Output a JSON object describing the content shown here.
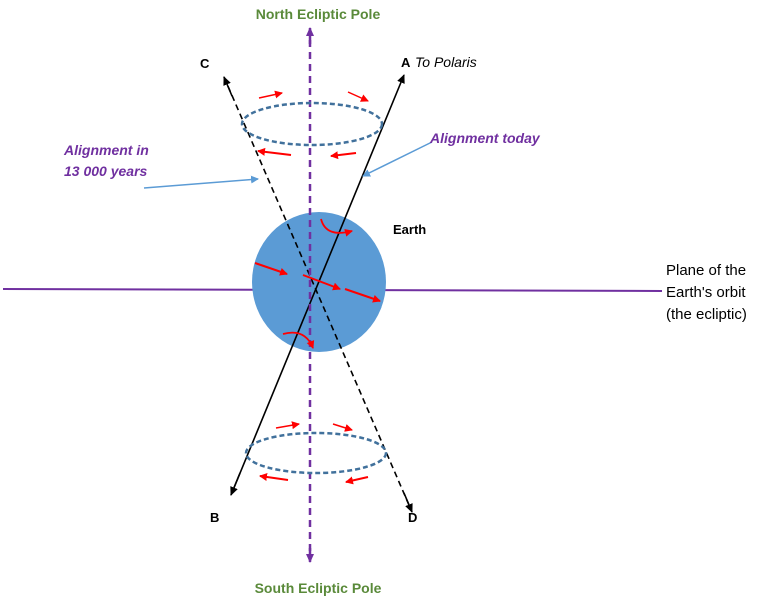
{
  "labels": {
    "north_pole": "North Ecliptic Pole",
    "south_pole": "South Ecliptic Pole",
    "letter_a": "A",
    "to_polaris": "To Polaris",
    "letter_b": "B",
    "letter_c": "C",
    "letter_d": "D",
    "alignment_future_line1": "Alignment in",
    "alignment_future_line2": "13 000 years",
    "alignment_today": "Alignment today",
    "earth": "Earth",
    "plane_line1": "Plane of the",
    "plane_line2": "Earth's orbit",
    "plane_line3": "(the ecliptic)"
  },
  "colors": {
    "ecliptic_axis": "#7030a0",
    "pole_label": "#5a8a3a",
    "earth_fill": "#5b9bd5",
    "precession_ring": "#41719c",
    "rotation_arrow": "#ff0000",
    "callout_line": "#5b9bd5",
    "callout_text": "#7030a0"
  }
}
